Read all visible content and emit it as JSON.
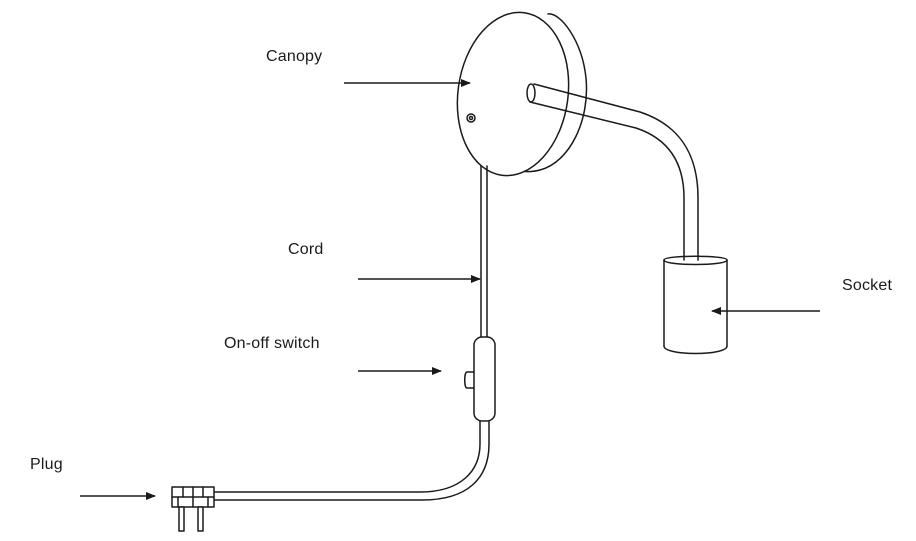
{
  "labels": {
    "canopy": "Canopy",
    "cord": "Cord",
    "switch": "On-off switch",
    "plug": "Plug",
    "socket": "Socket"
  },
  "colors": {
    "line": "#1a1a1a",
    "background": "#ffffff"
  }
}
